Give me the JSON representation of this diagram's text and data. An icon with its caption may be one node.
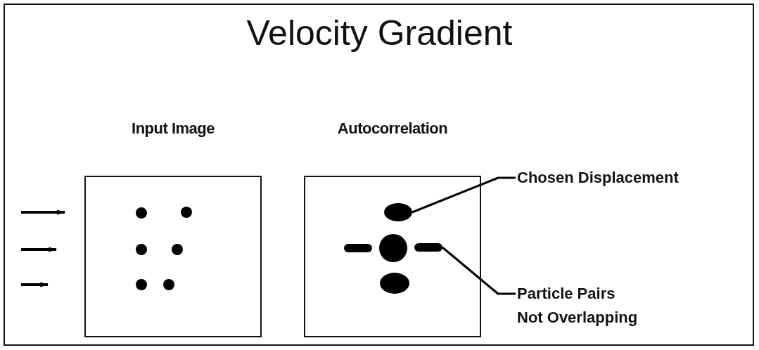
{
  "diagram": {
    "title": "Velocity Gradient",
    "nodes": [
      {
        "text": [
          "Input Image"
        ]
      },
      {
        "text": [
          "Autocorrelation"
        ]
      },
      {
        "text": [
          "Chosen Displacement"
        ]
      },
      {
        "text": [],
        "shape": "circle",
        "in": 1
      },
      {
        "text": [
          "Particle Pairs Not Overlapping"
        ]
      },
      {
        "text": [],
        "shape": "bar",
        "in": 1
      }
    ],
    "edges": [
      {
        "from": 2,
        "to": 3,
        "arrow": "none"
      },
      {
        "from": 4,
        "to": 5,
        "arrow": "none"
      }
    ]
  }
}
